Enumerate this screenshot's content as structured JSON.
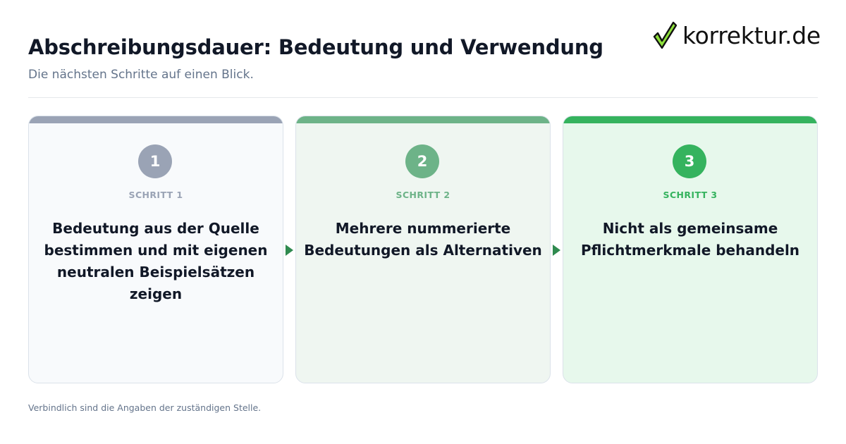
{
  "header": {
    "title": "Abschreibungsdauer: Bedeutung und Verwendung",
    "subtitle": "Die nächsten Schritte auf einen Blick."
  },
  "logo": {
    "text": "korrektur.de",
    "icon": "checkmark-icon",
    "check_color": "#8ee03b"
  },
  "steps": [
    {
      "number": "1",
      "label": "SCHRITT 1",
      "text": "Bedeutung aus der Quelle bestimmen und mit eigenen neutralen Beispielsätzen zeigen",
      "accent": "#9aa3b5",
      "background": "#f8fafc"
    },
    {
      "number": "2",
      "label": "SCHRITT 2",
      "text": "Mehrere nummerierte Bedeutungen als Alternativen",
      "accent": "#6db388",
      "background": "#eff6f1"
    },
    {
      "number": "3",
      "label": "SCHRITT 3",
      "text": "Nicht als gemeinsame Pflichtmerkmale behandeln",
      "accent": "#35b35e",
      "background": "#e7f8ec"
    }
  ],
  "connector_color": "#2f8a4f",
  "footer": {
    "note": "Verbindlich sind die Angaben der zuständigen Stelle."
  }
}
